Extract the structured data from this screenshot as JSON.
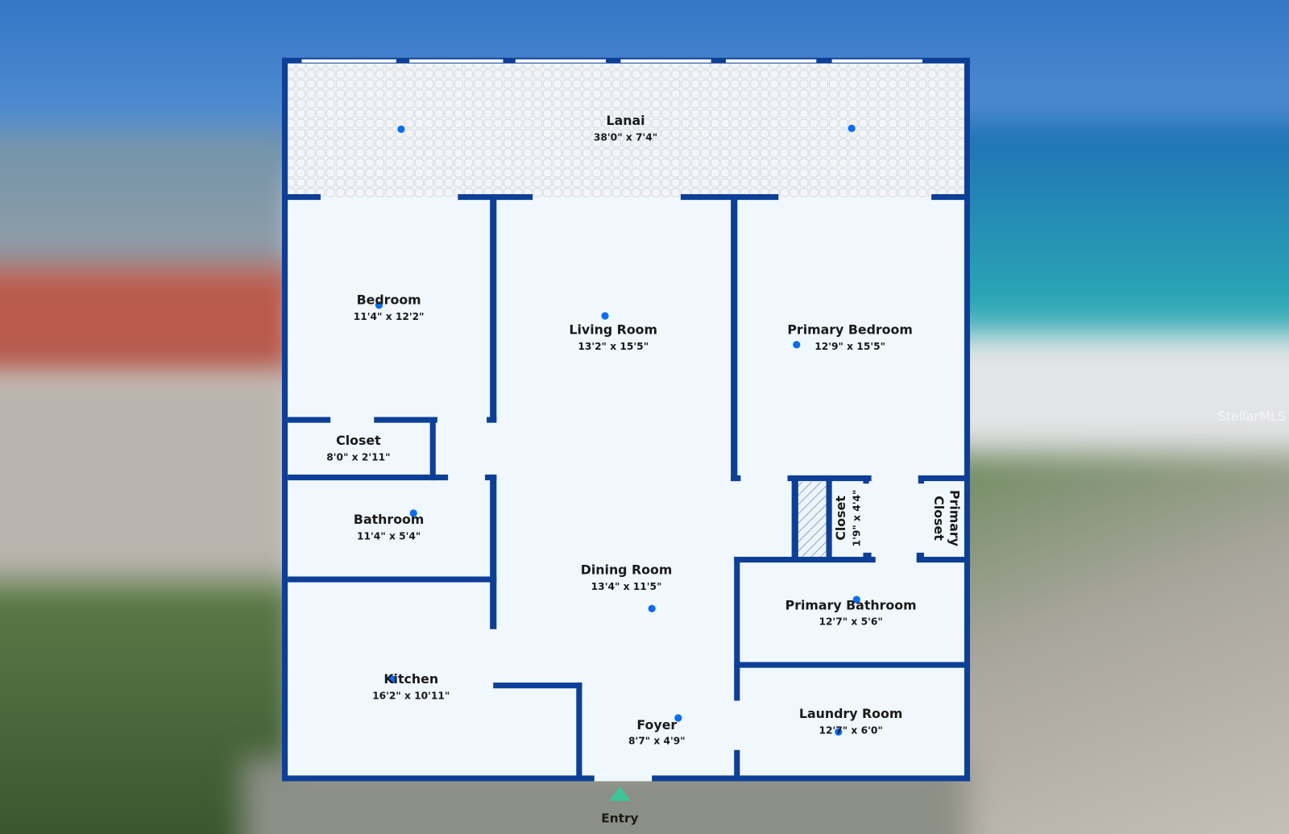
{
  "rooms": [
    {
      "name": "Lanai",
      "dims": "38'0\" x 7'4\""
    },
    {
      "name": "Bedroom",
      "dims": "11'4\" x 12'2\""
    },
    {
      "name": "Living Room",
      "dims": "13'2\" x 15'5\""
    },
    {
      "name": "Primary Bedroom",
      "dims": "12'9\" x 15'5\""
    },
    {
      "name": "Closet",
      "dims": "8'0\" x 2'11\""
    },
    {
      "name": "Bathroom",
      "dims": "11'4\" x 5'4\""
    },
    {
      "name": "Closet",
      "dims": "1'9\" x 4'4\""
    },
    {
      "name": "Primary",
      "name2": "Closet"
    },
    {
      "name": "Dining Room",
      "dims": "13'4\" x 11'5\""
    },
    {
      "name": "Primary Bathroom",
      "dims": "12'7\" x 5'6\""
    },
    {
      "name": "Kitchen",
      "dims": "16'2\" x 10'11\""
    },
    {
      "name": "Foyer",
      "dims": "8'7\" x 4'9\""
    },
    {
      "name": "Laundry Room",
      "dims": "12'7\" x 6'0\""
    }
  ],
  "entry_label": "Entry",
  "watermark": "StellarMLS",
  "colors": {
    "wall": "#0d3f96",
    "floor": "#f0f7fd",
    "dot": "#0a6cf0",
    "entry": "#3cc39a"
  }
}
